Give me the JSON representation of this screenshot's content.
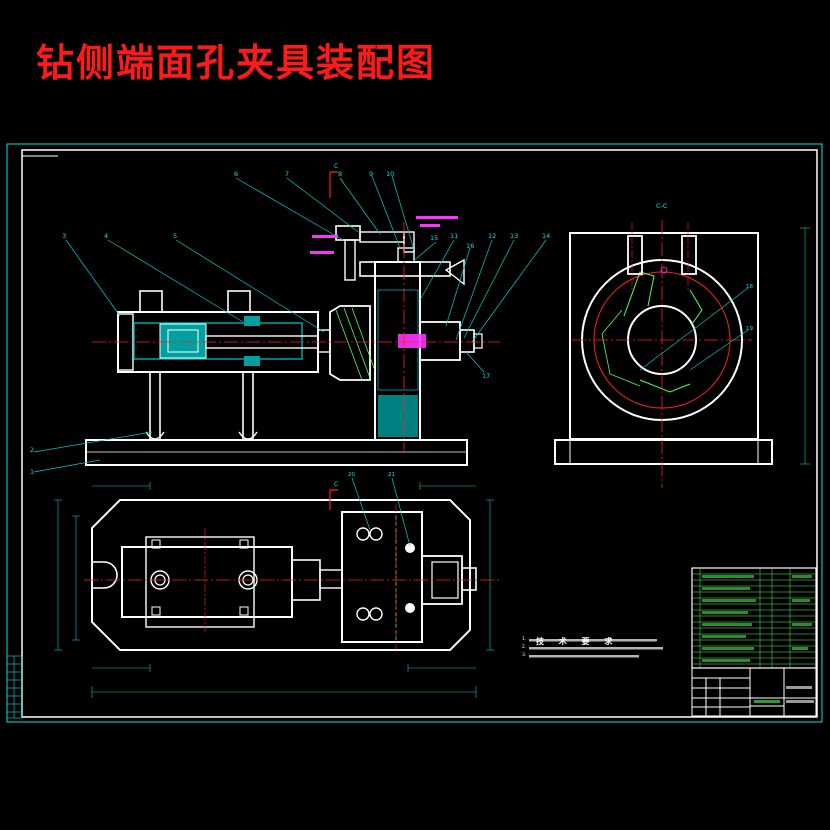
{
  "drawing": {
    "title": "钻侧端面孔夹具装配图",
    "section_label": "C-C",
    "cut_label": "C",
    "tech_requirements": {
      "title": "技 术 要 求",
      "lines": [
        "1.",
        "2.",
        "3."
      ]
    },
    "balloons_front": [
      "6",
      "7",
      "8",
      "9",
      "10",
      "3",
      "4",
      "5",
      "11",
      "12",
      "13",
      "14",
      "2",
      "1",
      "15",
      "16",
      "17"
    ],
    "balloons_side": [
      "18",
      "19"
    ],
    "balloons_top": [
      "20",
      "21"
    ],
    "colors": {
      "background": "#000000",
      "frame": "#00e5e5",
      "outline": "#ffffff",
      "centerline": "#ff2020",
      "leader": "#00cccc",
      "part_fill": "#00b0b0",
      "highlight": "#ff33ff",
      "section_hatch": "#55ff55",
      "title": "#ff1a1a"
    }
  }
}
